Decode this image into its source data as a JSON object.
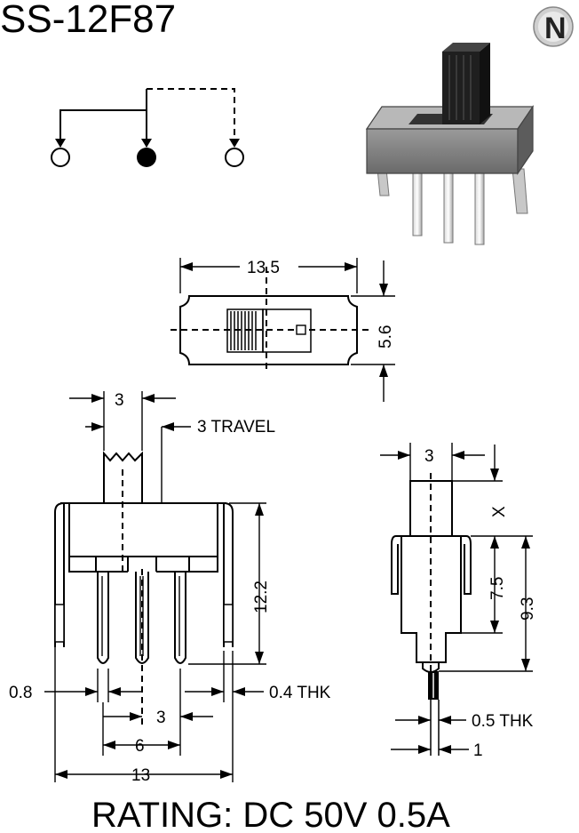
{
  "title": "SS-12F87",
  "logo": {
    "letter": "N"
  },
  "dims": {
    "length": "13.5",
    "height": "5.6",
    "actuator_width": "3",
    "travel": "3 TRAVEL",
    "body_height": "12.2",
    "pin_width": "0.8",
    "pin_thickness": "0.4 THK",
    "pin_pitch": "3",
    "pin_span": "6",
    "overall_width": "13",
    "side_actuator_width": "3",
    "side_x": "X",
    "side_7_5": "7.5",
    "side_9_3": "9.3",
    "side_thickness": "0.5 THK",
    "side_1": "1"
  },
  "rating": "RATING: DC 50V 0.5A"
}
